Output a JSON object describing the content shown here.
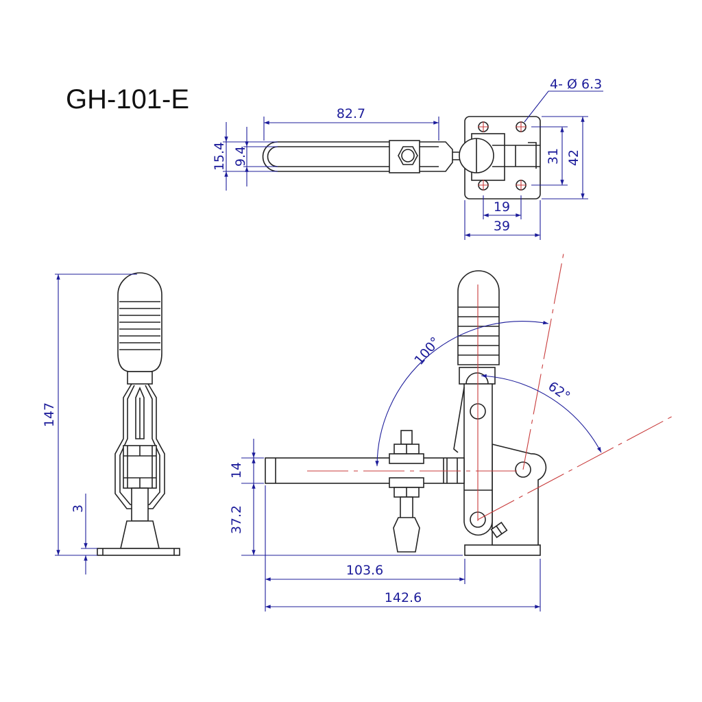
{
  "title": "GH-101-E",
  "colors": {
    "dimension": "#1c1c9a",
    "centerline": "#c83a3a",
    "outline": "#222222"
  },
  "top_view": {
    "handle_length": "82.7",
    "width_outer": "15.4",
    "width_inner": "9.4",
    "holes": "4- Ø 6.3",
    "hole_spacing_v": "31",
    "base_height": "42",
    "hole_spacing_h": "19",
    "base_width": "39"
  },
  "side_view": {
    "height": "147",
    "base_thickness": "3"
  },
  "front_view": {
    "open_angle": "100°",
    "clamp_angle": "62°",
    "bar_thickness": "14",
    "bar_height": "37.2",
    "reach": "103.6",
    "overall_length": "142.6"
  }
}
